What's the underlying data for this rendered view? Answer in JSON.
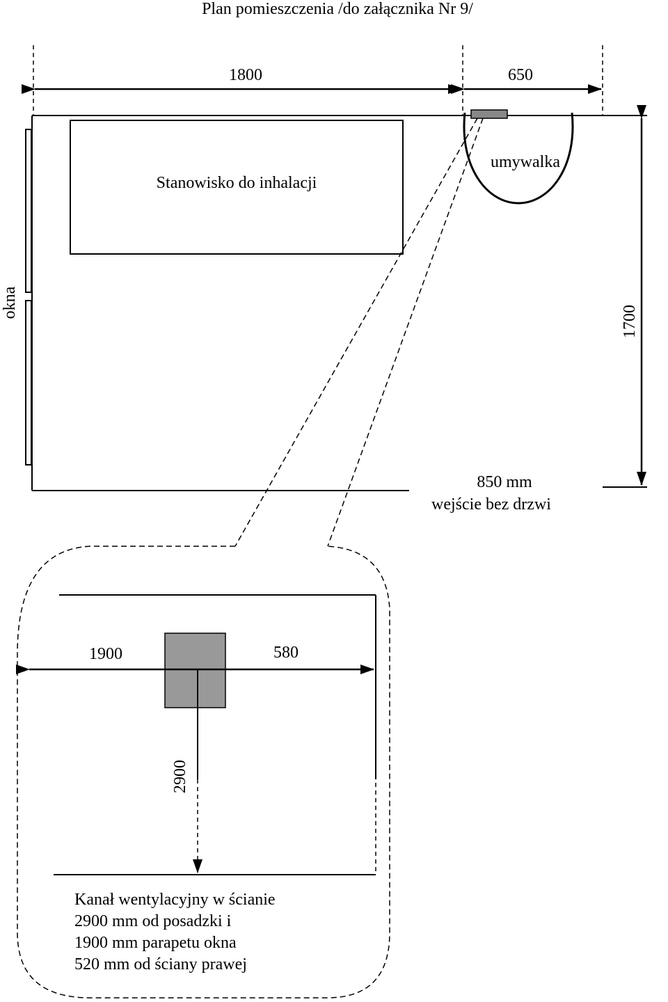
{
  "title": "Plan pomieszczenia /do załącznika Nr 9/",
  "dimensions": {
    "room_width": "1800",
    "sink_zone_width": "650",
    "room_depth": "1700"
  },
  "labels": {
    "windows": "okna",
    "inhalation_station": "Stanowisko do inhalacji",
    "sink": "umywalka",
    "entrance_width": "850 mm",
    "entrance_desc": "wejście bez drzwi"
  },
  "detail": {
    "dim_left": "1900",
    "dim_right": "580",
    "dim_vertical": "2900",
    "note_lines": [
      "Kanał wentylacyjny w ścianie",
      "2900 mm od posadzki i",
      "1900 mm parapetu okna",
      "520 mm od ściany prawej"
    ]
  },
  "colors": {
    "line": "#000000",
    "vent_fill": "#999999",
    "vent_small_fill": "#888888"
  }
}
